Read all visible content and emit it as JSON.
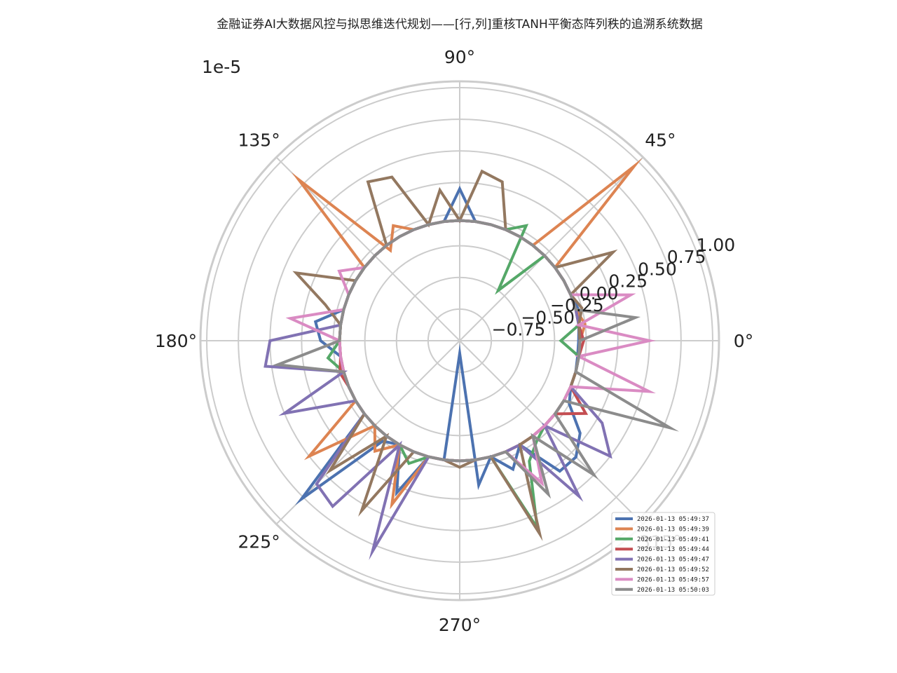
{
  "chart_data": {
    "type": "line",
    "projection": "polar",
    "title": "金融证券AI大数据风控与拟思维迭代规划——[行,列]重核TANH平衡态阵列秩的追溯系统数据",
    "theta_unit": "degrees",
    "angle_tick_labels": [
      "0°",
      "45°",
      "90°",
      "135°",
      "180°",
      "225°",
      "270°",
      "315°"
    ],
    "radial_tick_labels": [
      "−0.75",
      "−0.50",
      "−0.25",
      "0.00",
      "0.25",
      "0.50",
      "0.75",
      "1.00"
    ],
    "radial_offset_label": "1e-5",
    "r_scale": "1e-5",
    "rlim": [
      -1.0,
      1.05
    ],
    "grid": true,
    "legend_position": "lower-right",
    "theta": [
      0,
      7.5,
      15,
      22.5,
      30,
      37.5,
      45,
      52.5,
      60,
      67.5,
      75,
      82.5,
      90,
      97.5,
      105,
      112.5,
      120,
      127.5,
      135,
      142.5,
      150,
      157.5,
      165,
      172.5,
      180,
      187.5,
      195,
      202.5,
      210,
      217.5,
      225,
      232.5,
      240,
      247.5,
      255,
      262.5,
      270,
      277.5,
      285,
      292.5,
      300,
      307.5,
      315,
      322.5,
      330,
      337.5,
      345,
      352.5
    ],
    "series": [
      {
        "name": "2026-01-13 05:49:37",
        "color": "#4c72b0",
        "values": [
          -0.06,
          -0.05,
          -0.03,
          -0.05,
          -0.05,
          -0.05,
          -0.05,
          -0.05,
          -0.05,
          -0.05,
          -0.05,
          -0.05,
          0.2,
          -0.05,
          -0.05,
          -0.05,
          -0.05,
          -0.05,
          -0.05,
          -0.05,
          -0.05,
          -0.05,
          -0.05,
          0.15,
          0.1,
          -0.05,
          -0.05,
          -0.05,
          -0.05,
          -0.05,
          0.77,
          0.0,
          -0.05,
          0.3,
          -0.05,
          -0.05,
          -0.9,
          0.15,
          -0.05,
          0.1,
          -0.05,
          0.3,
          0.3,
          0.2,
          0.0,
          -0.05,
          -0.05,
          -0.06
        ]
      },
      {
        "name": "2026-01-13 05:49:39",
        "color": "#dd8452",
        "values": [
          -0.05,
          0.0,
          -0.05,
          -0.05,
          -0.05,
          -0.05,
          0.95,
          -0.05,
          -0.05,
          -0.05,
          -0.05,
          -0.05,
          -0.05,
          -0.05,
          -0.05,
          -0.05,
          0.05,
          -0.1,
          0.8,
          -0.05,
          -0.05,
          -0.05,
          -0.05,
          -0.05,
          -0.05,
          -0.05,
          -0.05,
          -0.05,
          -0.05,
          0.5,
          -0.05,
          0.1,
          -0.05,
          0.4,
          -0.05,
          -0.05,
          -0.05,
          -0.05,
          -0.05,
          -0.05,
          -0.05,
          -0.05,
          -0.05,
          -0.05,
          -0.05,
          -0.05,
          -0.05,
          -0.05
        ]
      },
      {
        "name": "2026-01-13 05:49:41",
        "color": "#55a868",
        "values": [
          -0.2,
          -0.05,
          -0.05,
          -0.05,
          -0.05,
          -0.05,
          -0.05,
          -0.5,
          0.05,
          -0.05,
          -0.05,
          -0.05,
          -0.05,
          -0.05,
          -0.05,
          -0.05,
          -0.05,
          -0.05,
          -0.05,
          -0.05,
          -0.05,
          -0.05,
          -0.05,
          -0.05,
          -0.05,
          0.05,
          -0.05,
          -0.05,
          -0.05,
          -0.05,
          -0.05,
          -0.05,
          -0.05,
          0.05,
          -0.05,
          -0.05,
          -0.05,
          -0.05,
          -0.05,
          0.6,
          0.1,
          0.0,
          -0.05,
          -0.05,
          -0.05,
          -0.05,
          -0.05,
          -0.05
        ]
      },
      {
        "name": "2026-01-13 05:49:44",
        "color": "#c44e52",
        "values": [
          -0.02,
          -0.05,
          -0.05,
          -0.05,
          -0.05,
          -0.05,
          -0.05,
          -0.05,
          -0.05,
          -0.05,
          -0.05,
          -0.05,
          -0.05,
          -0.05,
          -0.05,
          -0.05,
          -0.05,
          -0.05,
          -0.05,
          -0.05,
          -0.05,
          -0.05,
          -0.05,
          -0.05,
          -0.05,
          -0.05,
          -0.02,
          -0.05,
          -0.05,
          -0.05,
          -0.05,
          -0.05,
          -0.05,
          -0.05,
          -0.05,
          -0.05,
          -0.05,
          -0.05,
          -0.05,
          -0.05,
          -0.05,
          -0.05,
          -0.05,
          -0.05,
          0.15,
          -0.05,
          -0.05,
          -0.05
        ]
      },
      {
        "name": "2026-01-13 05:49:47",
        "color": "#8172b3",
        "values": [
          -0.05,
          -0.05,
          -0.05,
          -0.05,
          -0.05,
          -0.05,
          -0.05,
          -0.05,
          -0.05,
          -0.05,
          -0.05,
          -0.05,
          -0.05,
          -0.05,
          -0.05,
          -0.05,
          -0.05,
          -0.05,
          -0.05,
          -0.05,
          -0.05,
          -0.05,
          -0.05,
          -0.05,
          0.5,
          0.55,
          -0.05,
          0.5,
          -0.05,
          -0.05,
          0.6,
          0.65,
          -0.05,
          0.8,
          -0.05,
          -0.05,
          -0.05,
          -0.05,
          -0.05,
          -0.05,
          -0.05,
          0.55,
          -0.05,
          0.5,
          0.3,
          -0.05,
          -0.05,
          -0.05
        ]
      },
      {
        "name": "2026-01-13 05:49:52",
        "color": "#937860",
        "values": [
          -0.05,
          -0.05,
          0.0,
          -0.05,
          0.4,
          -0.05,
          -0.05,
          -0.05,
          -0.05,
          -0.05,
          0.3,
          0.35,
          -0.05,
          0.2,
          -0.05,
          0.4,
          0.45,
          -0.05,
          -0.05,
          -0.05,
          -0.05,
          0.4,
          0.1,
          -0.05,
          -0.05,
          -0.05,
          -0.05,
          -0.05,
          -0.05,
          -0.05,
          0.45,
          -0.05,
          0.55,
          -0.05,
          -0.05,
          -0.05,
          0.0,
          -0.05,
          -0.05,
          0.65,
          -0.05,
          -0.05,
          -0.05,
          -0.05,
          -0.05,
          -0.05,
          -0.05,
          -0.05
        ]
      },
      {
        "name": "2026-01-13 05:49:57",
        "color": "#da8bc3",
        "values": [
          0.5,
          -0.05,
          0.4,
          -0.05,
          -0.05,
          -0.05,
          -0.05,
          -0.05,
          -0.05,
          -0.05,
          -0.05,
          -0.05,
          -0.05,
          -0.05,
          -0.05,
          -0.05,
          -0.05,
          -0.05,
          -0.05,
          -0.05,
          0.1,
          -0.05,
          -0.05,
          0.35,
          -0.05,
          -0.05,
          -0.05,
          -0.05,
          -0.05,
          -0.05,
          -0.05,
          -0.05,
          -0.05,
          -0.05,
          -0.05,
          -0.05,
          -0.05,
          -0.05,
          -0.05,
          -0.05,
          0.3,
          -0.05,
          -0.05,
          -0.05,
          -0.05,
          -0.05,
          0.55,
          -0.05
        ]
      },
      {
        "name": "2026-01-13 05:50:03",
        "color": "#8c8c8c",
        "values": [
          -0.05,
          0.4,
          -0.05,
          -0.05,
          -0.05,
          -0.05,
          -0.05,
          -0.05,
          -0.05,
          -0.05,
          -0.05,
          -0.05,
          -0.05,
          -0.05,
          -0.05,
          -0.05,
          -0.05,
          -0.05,
          -0.05,
          -0.05,
          -0.05,
          -0.05,
          -0.05,
          -0.05,
          -0.05,
          0.45,
          -0.05,
          -0.05,
          -0.05,
          -0.05,
          -0.05,
          -0.05,
          -0.05,
          -0.05,
          -0.05,
          -0.05,
          -0.05,
          -0.05,
          -0.05,
          -0.05,
          0.4,
          -0.05,
          0.5,
          -0.05,
          -0.05,
          0.8,
          -0.05,
          -0.05
        ]
      }
    ]
  }
}
